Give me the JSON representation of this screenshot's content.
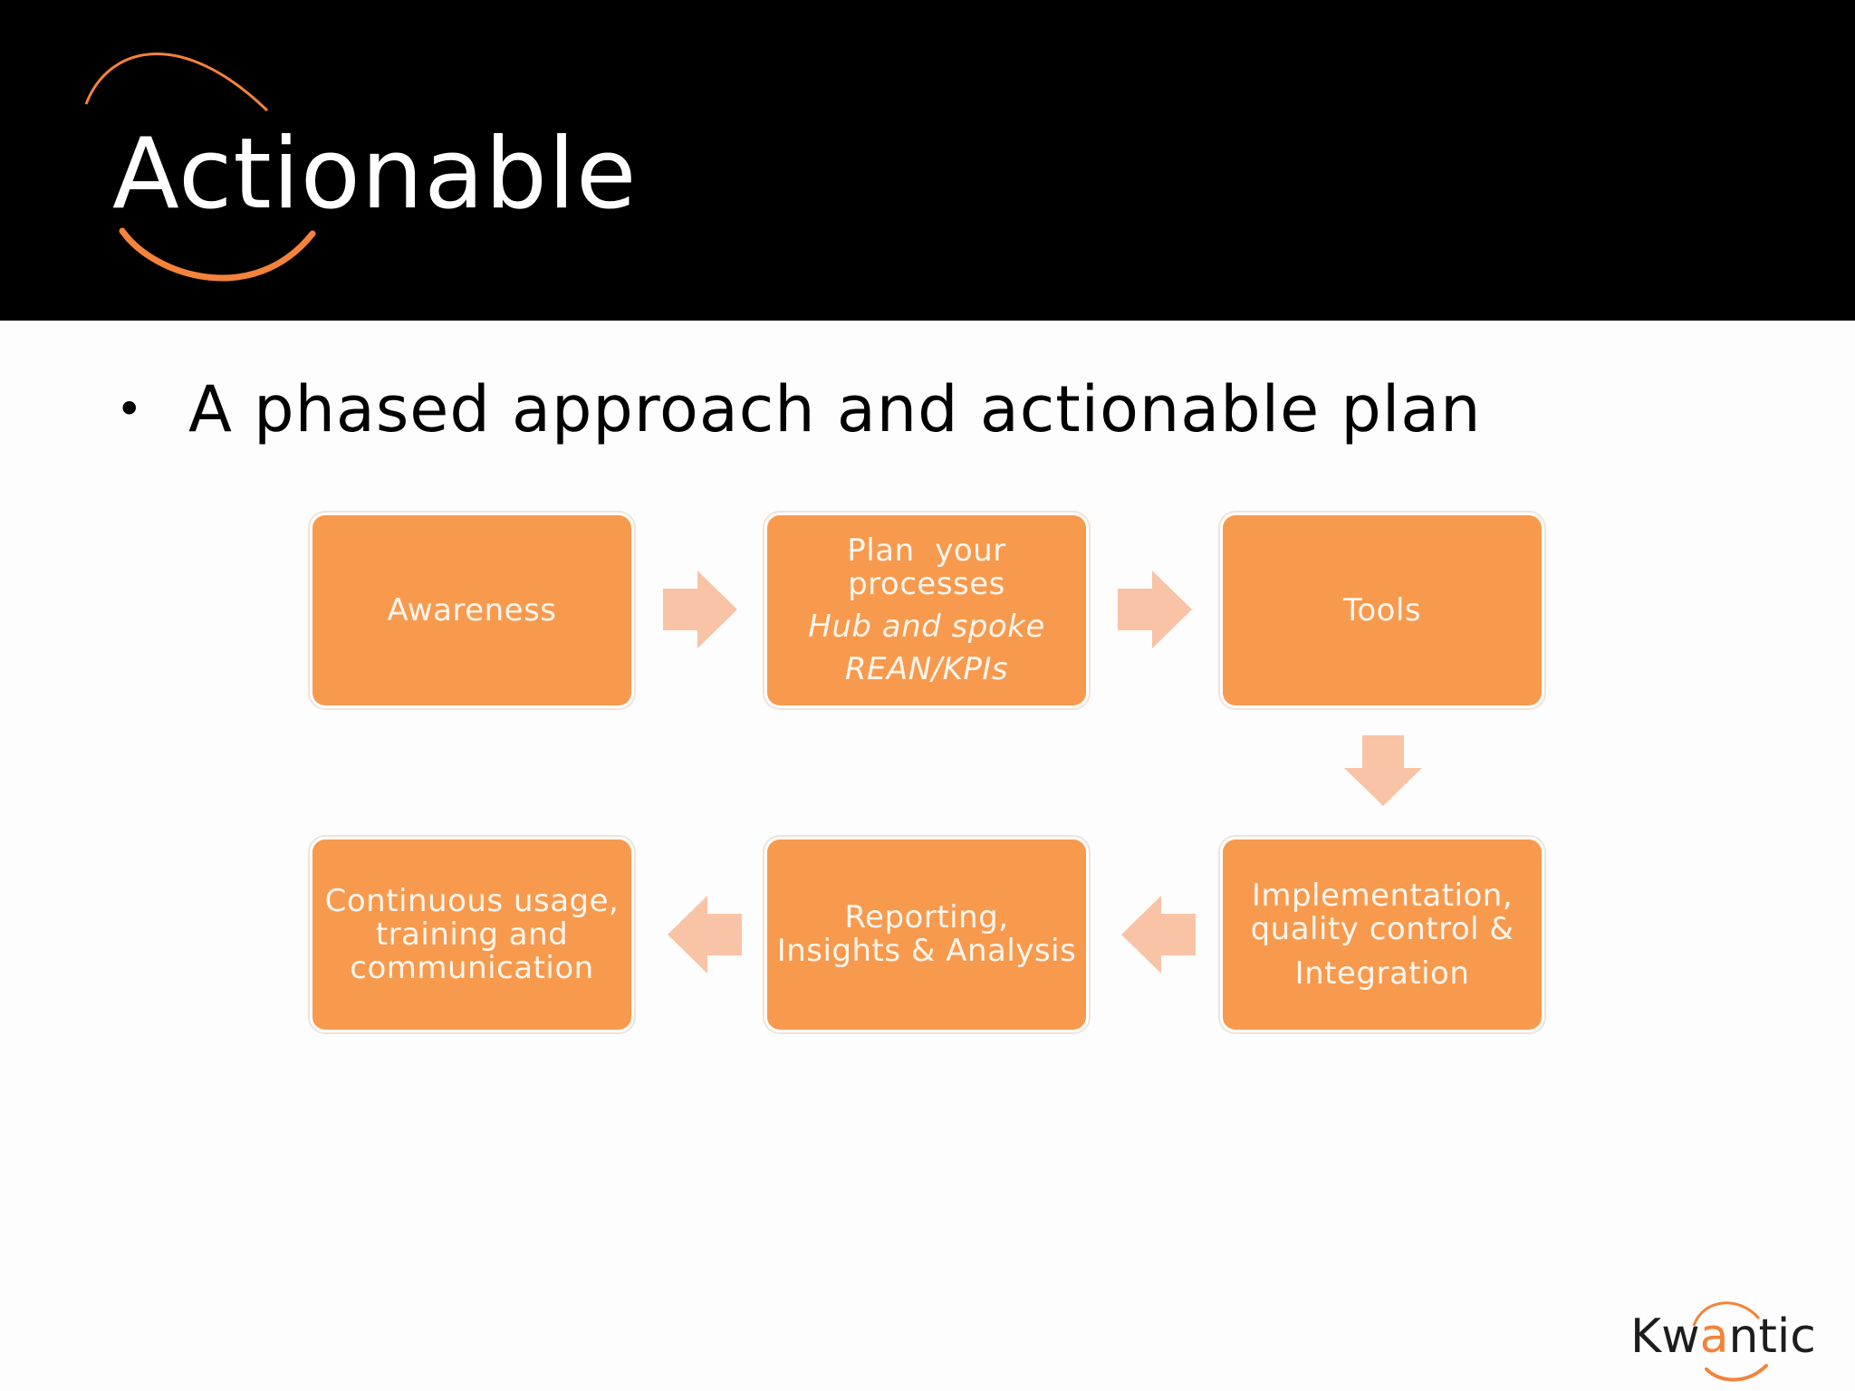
{
  "slide": {
    "title": "Actionable",
    "bullet_marker": "•",
    "bullet_text": "A phased approach and actionable plan"
  },
  "flow": {
    "steps": [
      {
        "id": "awareness",
        "lines": [
          "Awareness"
        ]
      },
      {
        "id": "plan",
        "lines": [
          "Plan  your",
          "processes"
        ],
        "italic_lines": [
          "Hub and spoke",
          "REAN/KPIs"
        ]
      },
      {
        "id": "tools",
        "lines": [
          "Tools"
        ]
      },
      {
        "id": "implementation",
        "lines": [
          "Implementation,",
          "quality control &"
        ],
        "extra_line": "Integration"
      },
      {
        "id": "reporting",
        "lines": [
          "Reporting,",
          "Insights & Analysis"
        ]
      },
      {
        "id": "continuous",
        "lines": [
          "Continuous usage,",
          "training and",
          "communication"
        ]
      }
    ]
  },
  "brand": {
    "logo_prefix": "Kw",
    "logo_accent": "a",
    "logo_suffix": "ntic"
  },
  "colors": {
    "header_bg": "#000000",
    "box_fill": "#f79a4e",
    "arrow_fill": "#f9c3a6",
    "accent": "#f3833a"
  }
}
